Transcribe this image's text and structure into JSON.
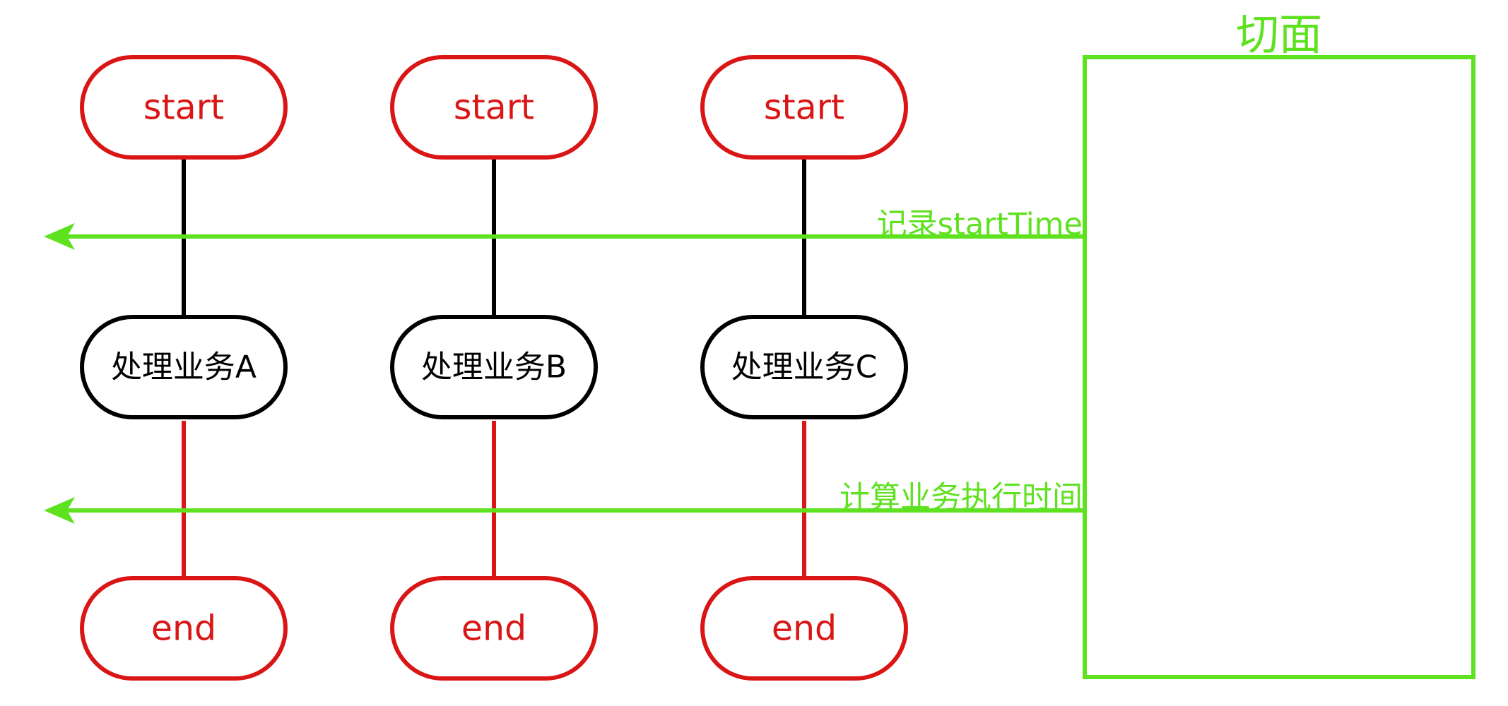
{
  "colors": {
    "flow_red": "#d91515",
    "task_black": "#000000",
    "aspect_green": "#5ee11f"
  },
  "aspect": {
    "title": "切面"
  },
  "arrows": {
    "before": {
      "label": "记录startTime"
    },
    "after": {
      "label": "计算业务执行时间"
    }
  },
  "flows": [
    {
      "start": "start",
      "task": "处理业务A",
      "end": "end"
    },
    {
      "start": "start",
      "task": "处理业务B",
      "end": "end"
    },
    {
      "start": "start",
      "task": "处理业务C",
      "end": "end"
    }
  ]
}
